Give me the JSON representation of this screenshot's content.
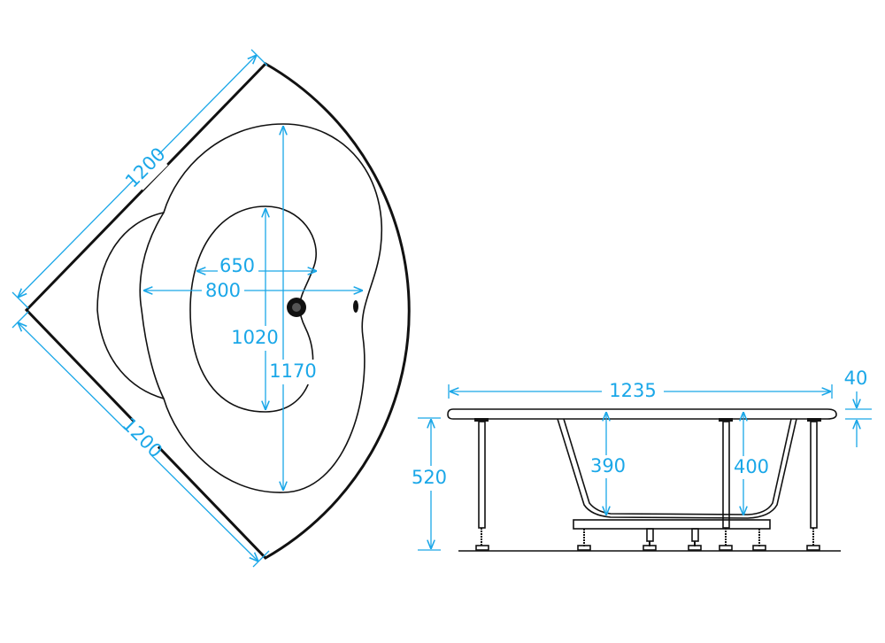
{
  "top_view": {
    "side_a": "1200",
    "side_b": "1200",
    "inner_width": "650",
    "basin_width": "800",
    "inner_length": "1020",
    "basin_length": "1170"
  },
  "side_view": {
    "overall_length": "1235",
    "rim_thickness": "40",
    "overall_height": "520",
    "depth_left": "390",
    "depth_right": "400"
  },
  "colors": {
    "dimension": "#1aa7e8",
    "outline": "#111111"
  }
}
